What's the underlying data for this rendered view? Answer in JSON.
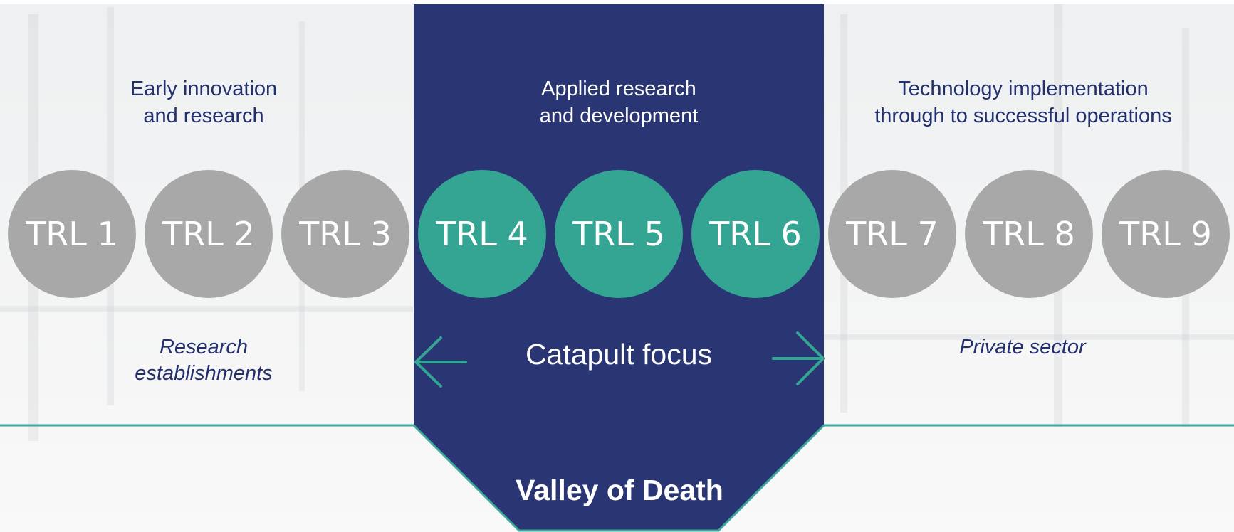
{
  "phases": [
    {
      "heading": "Early innovation\nand research",
      "sector": "Research\nestablishments"
    },
    {
      "heading": "Applied research\nand development",
      "sector": "Catapult focus"
    },
    {
      "heading": "Technology implementation\nthrough to successful operations",
      "sector": "Private sector"
    }
  ],
  "trl_levels": [
    {
      "label": "TRL 1",
      "focus": false
    },
    {
      "label": "TRL 2",
      "focus": false
    },
    {
      "label": "TRL 3",
      "focus": false
    },
    {
      "label": "TRL 4",
      "focus": true
    },
    {
      "label": "TRL 5",
      "focus": true
    },
    {
      "label": "TRL 6",
      "focus": true
    },
    {
      "label": "TRL 7",
      "focus": false
    },
    {
      "label": "TRL 8",
      "focus": false
    },
    {
      "label": "TRL 9",
      "focus": false
    }
  ],
  "valley_label": "Valley of Death",
  "colors": {
    "navy": "#23306e",
    "teal": "#34a593",
    "grey_circle": "#a8a8a8",
    "line": "#3aa99a"
  }
}
